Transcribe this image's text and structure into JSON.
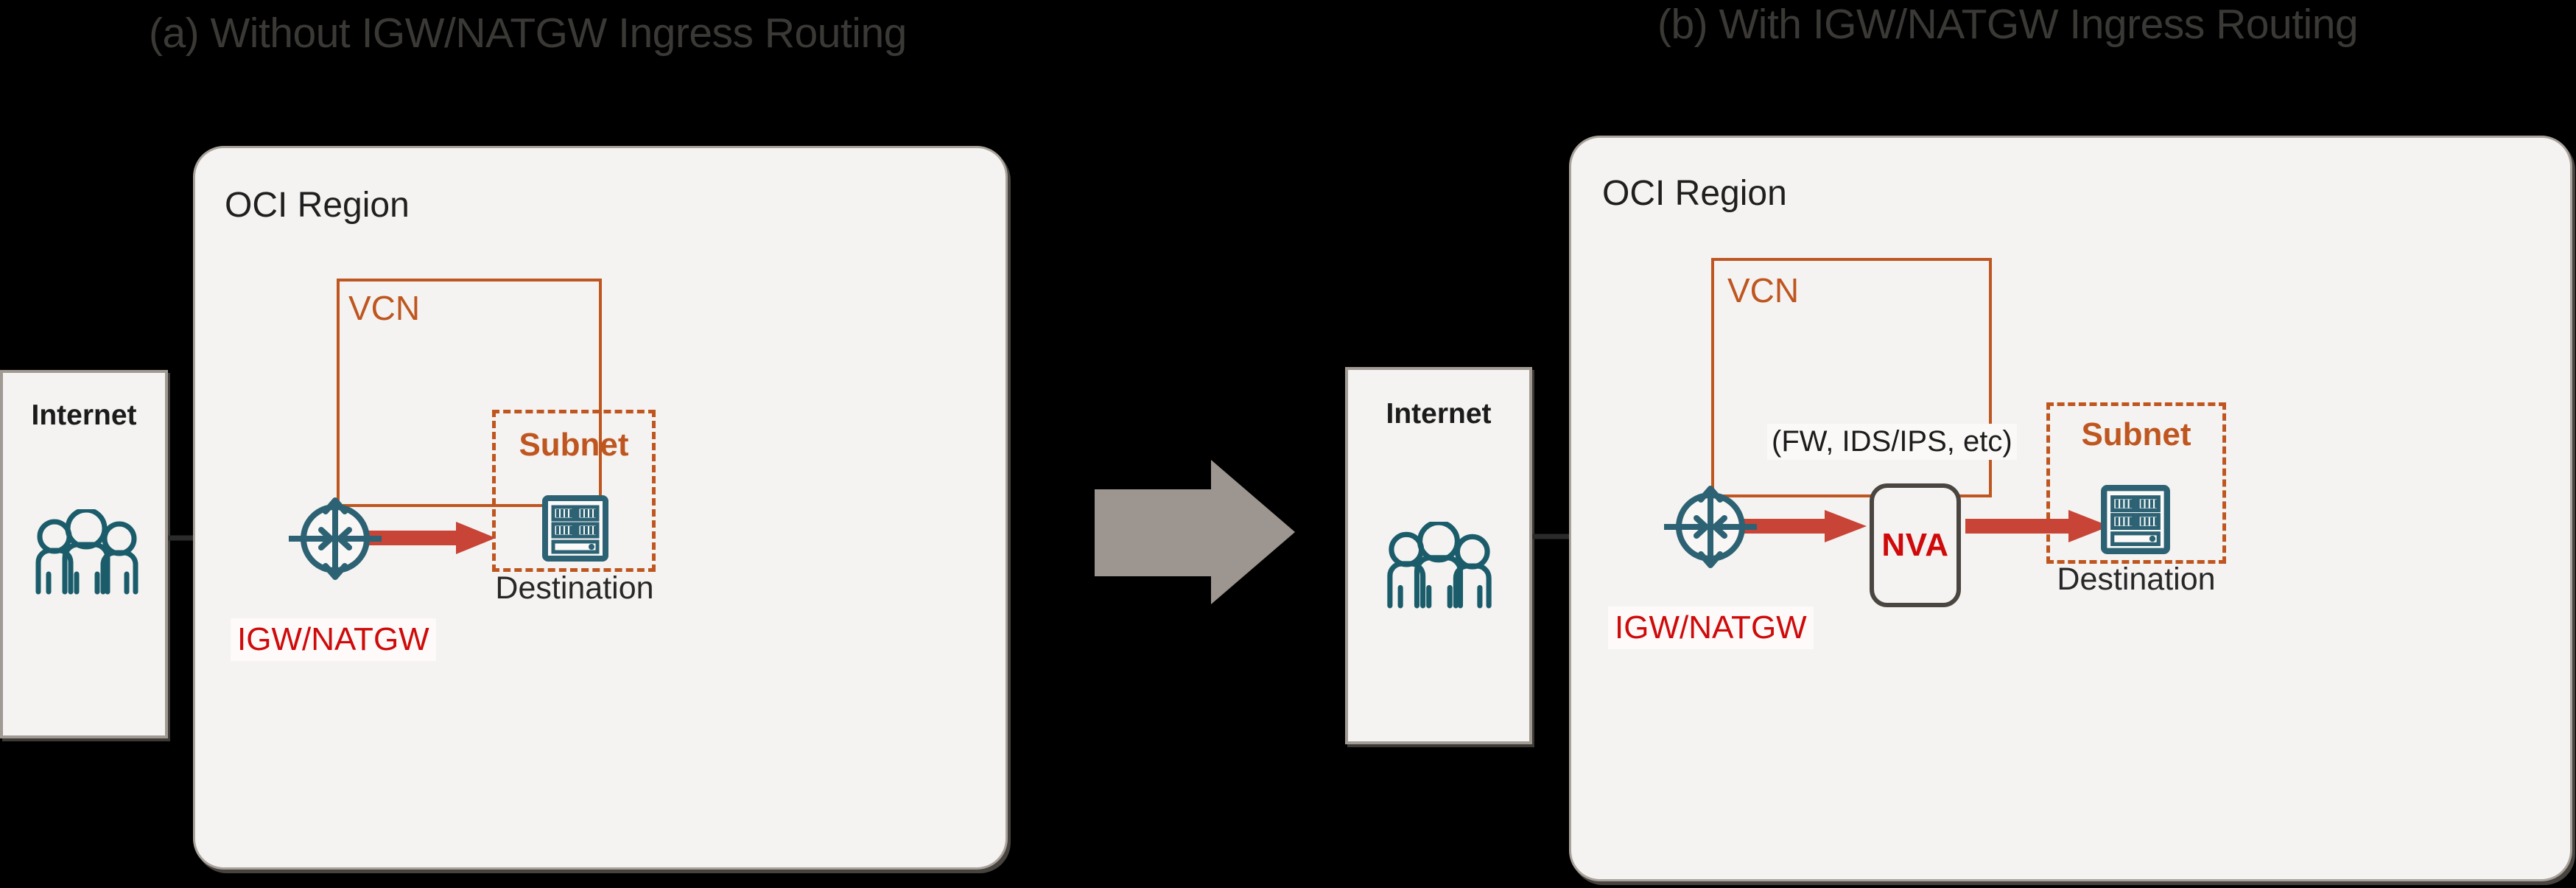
{
  "diagram": {
    "background_color": "#000000",
    "accent_orange": "#bf5620",
    "accent_red": "#c74436",
    "label_red": "#cf0a0a",
    "teal": "#1b5c6b",
    "card_bg": "#f4f3f1",
    "card_border": "#a9a29b",
    "grey_arrow_color": "#9d958f"
  },
  "panels": [
    {
      "id": "a",
      "title": "(a) Without IGW/NATGW Ingress Routing",
      "internet": {
        "label": "Internet",
        "icon": "people-icon"
      },
      "region": {
        "label": "OCI Region"
      },
      "vcn": {
        "label": "VCN"
      },
      "gateway": {
        "label": "IGW/NATGW",
        "icon": "gateway-icon"
      },
      "subnet": {
        "label": "Subnet"
      },
      "destination": {
        "label": "Destination",
        "icon": "server-icon"
      },
      "nva": null,
      "flow": [
        "Internet",
        "IGW/NATGW",
        "Destination"
      ]
    },
    {
      "id": "b",
      "title": "(b) With IGW/NATGW Ingress Routing",
      "internet": {
        "label": "Internet",
        "icon": "people-icon"
      },
      "region": {
        "label": "OCI Region"
      },
      "vcn": {
        "label": "VCN"
      },
      "gateway": {
        "label": "IGW/NATGW",
        "icon": "gateway-icon"
      },
      "subnet": {
        "label": "Subnet"
      },
      "destination": {
        "label": "Destination",
        "icon": "server-icon"
      },
      "nva": {
        "label": "NVA",
        "caption": "(FW, IDS/IPS, etc)"
      },
      "flow": [
        "Internet",
        "IGW/NATGW",
        "NVA",
        "Destination"
      ]
    }
  ],
  "transition": {
    "icon": "right-block-arrow",
    "direction": "right"
  }
}
